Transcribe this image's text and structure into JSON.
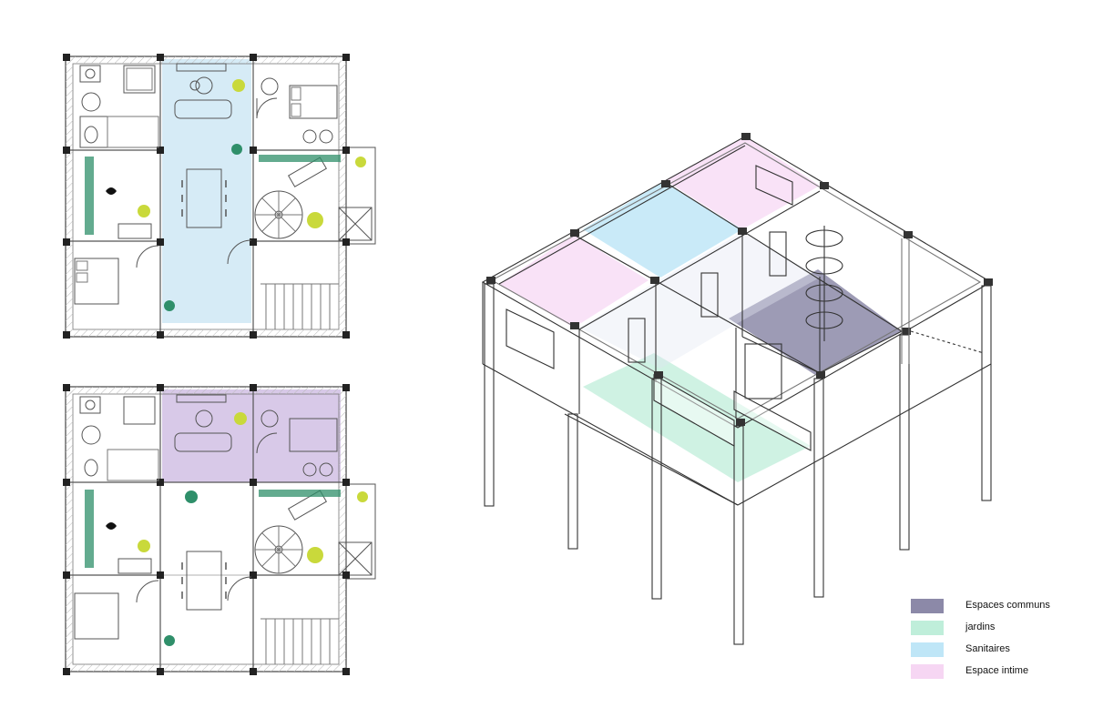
{
  "legend": [
    {
      "label": "Espaces communs",
      "color": "#8c89a8"
    },
    {
      "label": "jardins",
      "color": "#bfeeda"
    },
    {
      "label": "Sanitaires",
      "color": "#bfe6f7"
    },
    {
      "label": "Espace intime",
      "color": "#f6d6f3"
    }
  ],
  "colors": {
    "communs": "#8c89a8",
    "jardins": "#bfeeda",
    "sanitaires": "#bfe6f7",
    "intime": "#f6d6f3",
    "living_top_plan": "#cfe7f5",
    "intime_bottom_plan": "#d4c3e6",
    "plant": "#c9d93b",
    "hedge": "#2f8f6a"
  }
}
